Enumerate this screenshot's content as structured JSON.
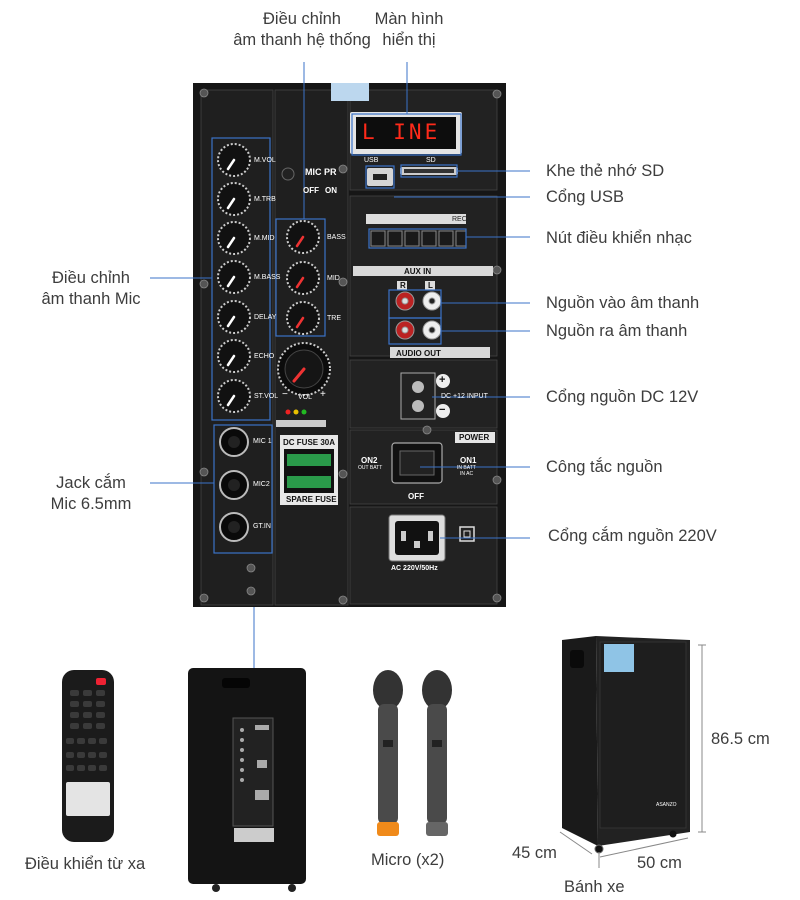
{
  "callouts": {
    "sys_sound": [
      "Điều chỉnh",
      "âm thanh hệ thống"
    ],
    "display": [
      "Màn hình",
      "hiển thị"
    ],
    "sd_slot": "Khe thẻ nhớ SD",
    "usb_port": "Cổng USB",
    "music_buttons": "Nút điều khiển nhạc",
    "mic_sound": [
      "Điều chỉnh",
      "âm thanh Mic"
    ],
    "audio_in": "Nguồn vào âm thanh",
    "audio_out": "Nguồn ra âm thanh",
    "dc_port": "Cổng nguồn DC 12V",
    "power_switch": "Công tắc nguồn",
    "mic_jack": [
      "Jack cắm",
      "Mic 6.5mm"
    ],
    "ac_port": "Cổng cắm nguồn 220V"
  },
  "panel": {
    "display_text": "L  INE",
    "usb": "USB",
    "sd": "SD",
    "mic_pr": "MIC PR",
    "mic_pr_off": "OFF",
    "mic_pr_on": "ON",
    "left_knobs": [
      "M.VOL",
      "M.TRB",
      "M.MID",
      "M.BASS",
      "DELAY",
      "ECHO",
      "ST.VOL"
    ],
    "mid_knobs": [
      "BASS",
      "MID",
      "TRE"
    ],
    "vol": "VOL",
    "vol_minus": "−",
    "vol_plus": "+",
    "mic_jacks": [
      "MIC 1",
      "MIC2",
      "GT.IN"
    ],
    "dc_fuse": "DC FUSE 30A",
    "spare_fuse": "SPARE FUSE",
    "aux_in": "AUX IN",
    "r": "R",
    "l": "L",
    "audio_out": "AUDIO  OUT",
    "dc_input": "DC +12 INPUT",
    "plus": "+",
    "minus": "−",
    "power": "POWER",
    "on2": "ON2",
    "out_batt": "OUT BATT",
    "on1": "ON1",
    "in_batt": "IN BATT",
    "in_ac": "IN AC",
    "off": "OFF",
    "ac": "AC 220V/50Hz",
    "rec": "REC"
  },
  "products": {
    "remote": "Điều khiển từ xa",
    "mics": "Micro (x2)",
    "wheels": "Bánh xe",
    "height": "86.5 cm",
    "depth": "45 cm",
    "width": "50 cm",
    "brand": "ASANZO"
  },
  "colors": {
    "panel": "#1c1c1c",
    "display_red": "#ff2a1a",
    "callout_blue": "#3b73c8",
    "label_grey": "#3d3d3d"
  }
}
